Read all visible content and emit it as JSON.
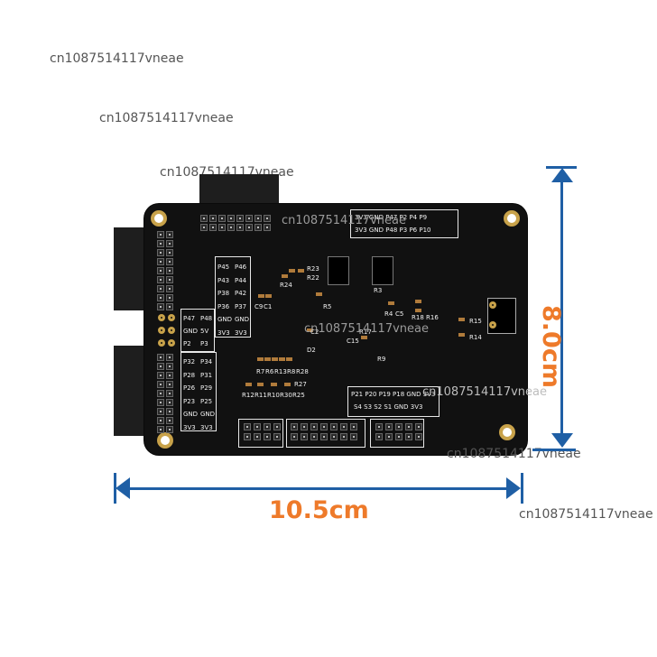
{
  "watermarks": [
    "cn1087514117vneae",
    "cn1087514117vneae",
    "cn1087514117vneae",
    "cn1087514117vneae",
    "cn1087514117vneae",
    "cn1087514117vneae",
    "cn1087514117vneae",
    "cn1087514117vneae"
  ],
  "dimensions": {
    "width_label": "10.5cm",
    "height_label": "8.0cm",
    "line_color": "#1f5fa5",
    "label_color": "#ee7a2a"
  },
  "silkscreen": {
    "top_row1": "3V3 GND P47 P2 P4 P9",
    "top_row2": "3V3 GND P48 P3 P6 P10",
    "col_a": [
      "P45",
      "P43",
      "P38",
      "P36",
      "GND",
      "3V3"
    ],
    "col_b": [
      "P46",
      "P44",
      "P42",
      "P37",
      "GND",
      "3V3"
    ],
    "col_c": [
      "P47",
      "GND",
      "P2"
    ],
    "col_d": [
      "P48",
      "5V",
      "P3"
    ],
    "col_e": [
      "P32",
      "P28",
      "P26",
      "P23",
      "GND",
      "3V3"
    ],
    "col_f": [
      "P34",
      "P31",
      "P29",
      "P25",
      "GND",
      "3V3"
    ],
    "bottom_row1": "P21 P20 P19 P18 GND 3V3",
    "bottom_row2": "S4  S3  S2  S1  GND 3V3",
    "refs": [
      "R23",
      "R22",
      "R24",
      "R5",
      "R3",
      "R4",
      "C5",
      "C9",
      "C1",
      "C2",
      "D2",
      "R18",
      "R16",
      "R15",
      "R14",
      "C15",
      "R17",
      "R9",
      "R7",
      "R6",
      "R13",
      "R8",
      "R28",
      "R27",
      "R12",
      "R11",
      "R10",
      "R30",
      "R25"
    ]
  }
}
